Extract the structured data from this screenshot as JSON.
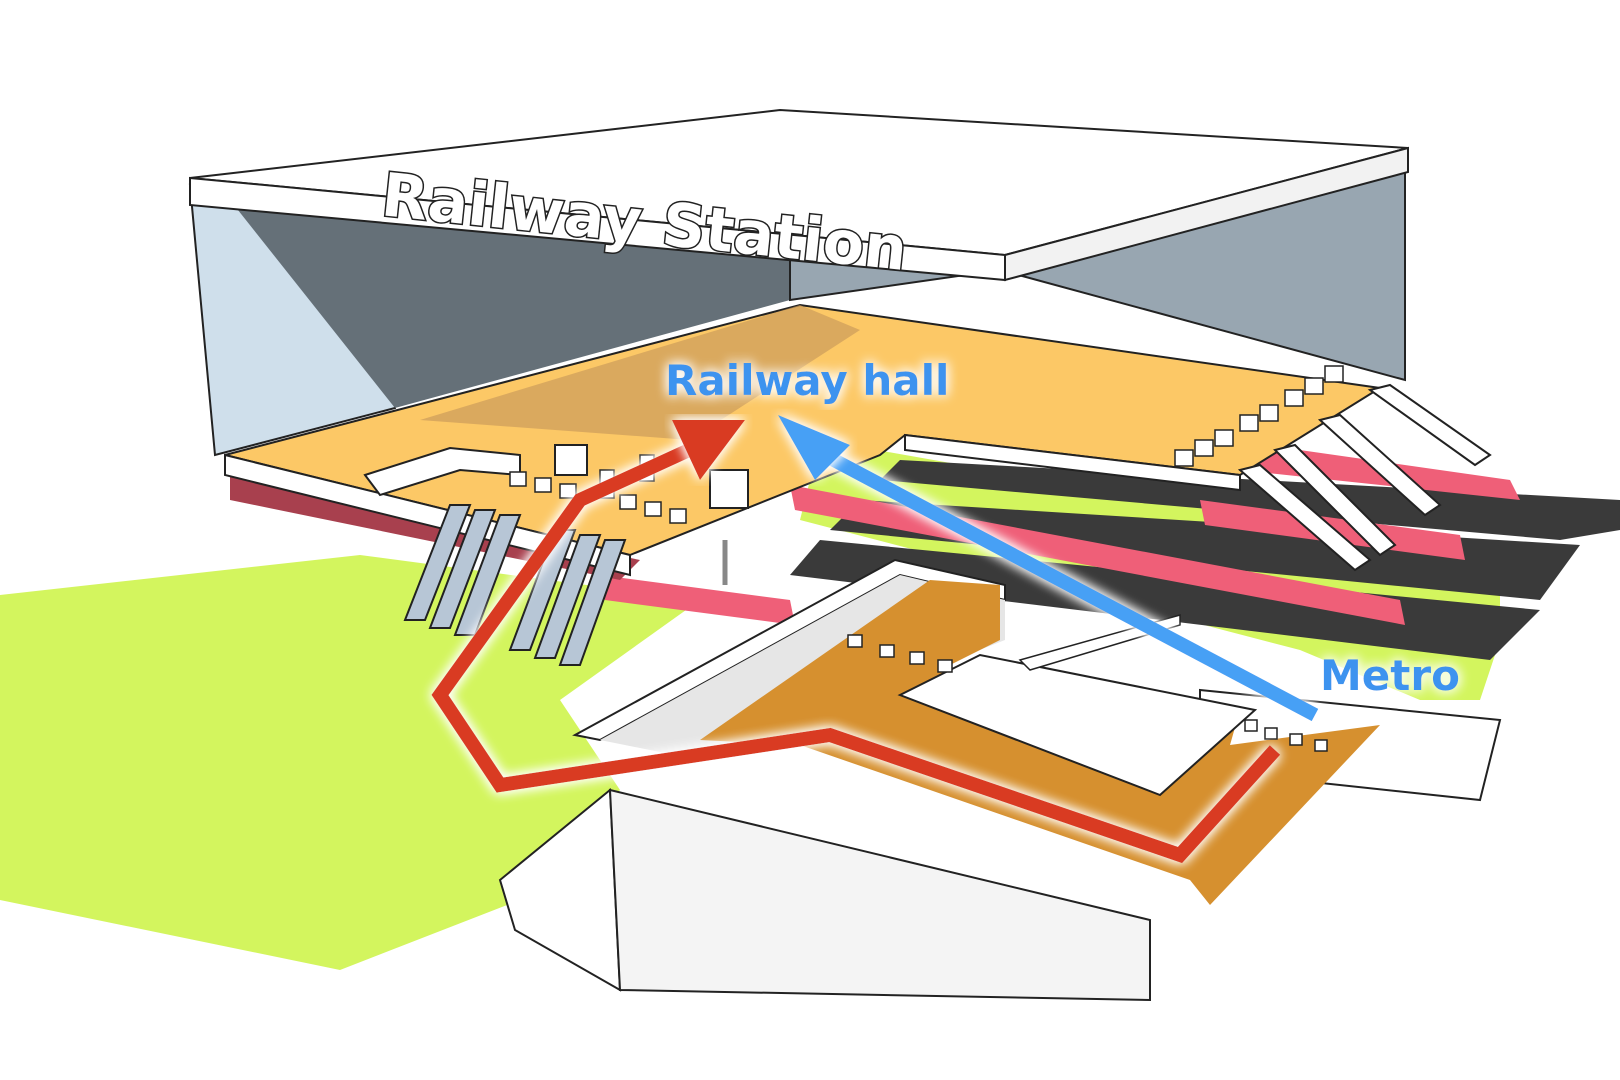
{
  "diagram": {
    "sign": "Railway Station",
    "labels": {
      "railway_hall": "Railway hall",
      "metro": "Metro"
    },
    "colors": {
      "ground": "#d3f55e",
      "hall_floor": "#fcc866",
      "metro_concourse": "#d6902f",
      "platform": "#ef5f78",
      "track": "#3a3a3a",
      "route_red": "#d93a24",
      "route_blue": "#46a0f5",
      "label_blue": "#3d93ef",
      "glass_wall": "#cfdfeb",
      "interior_dark": "#657078",
      "interior_mid": "#98a6b1"
    },
    "routes": [
      {
        "name": "metro-to-railway-hall-red-route",
        "color": "#d93a24"
      },
      {
        "name": "metro-to-railway-hall-blue-route",
        "color": "#46a0f5"
      }
    ]
  }
}
